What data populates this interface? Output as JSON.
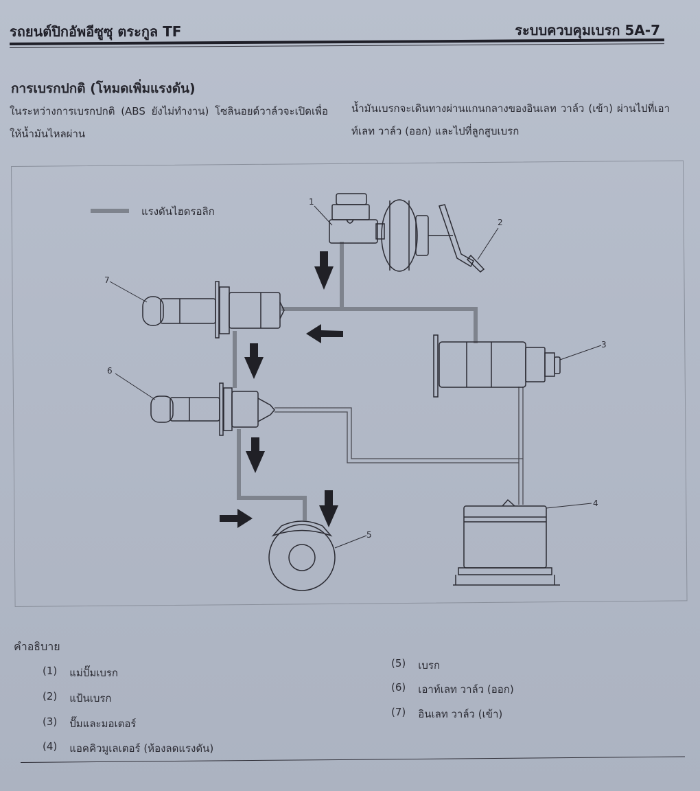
{
  "header": {
    "left_title": "รถยนต์ปิกอัพอีซูซุ ตระกูล TF",
    "right_title": "ระบบควบคุมเบรก 5A-7"
  },
  "section": {
    "title": "การเบรกปกติ (โหมดเพิ่มแรงดัน)",
    "paragraph_left": "ในระหว่างการเบรกปกติ (ABS ยังไม่ทำงาน) โซลินอยด์วาล์วจะเปิดเพื่อให้น้ำมันไหลผ่าน",
    "paragraph_right": "น้ำมันเบรกจะเดินทางผ่านแกนกลางของอินเลท วาล์ว (เข้า) ผ่านไปที่เอาท์เลท วาล์ว (ออก) และไปที่ลูกสูบเบรก"
  },
  "figure": {
    "legend_label": "แรงดันไฮดรอลิก",
    "callouts": [
      "1",
      "2",
      "3",
      "4",
      "5",
      "6",
      "7"
    ],
    "colors": {
      "pressure_line": "#7e838d",
      "return_line": "#4a4a52",
      "arrow": "#202026"
    }
  },
  "legend": {
    "title": "คำอธิบาย",
    "items_left": [
      {
        "num": "(1)",
        "text": "แม่ปั๊มเบรก"
      },
      {
        "num": "(2)",
        "text": "แป้นเบรก"
      },
      {
        "num": "(3)",
        "text": "ปั๊มและมอเตอร์"
      },
      {
        "num": "(4)",
        "text": "แอคคิวมูเลเตอร์ (ห้องลดแรงดัน)"
      }
    ],
    "items_right": [
      {
        "num": "(5)",
        "text": "เบรก"
      },
      {
        "num": "(6)",
        "text": "เอาท์เลท วาล์ว (ออก)"
      },
      {
        "num": "(7)",
        "text": "อินเลท วาล์ว (เข้า)"
      }
    ]
  }
}
